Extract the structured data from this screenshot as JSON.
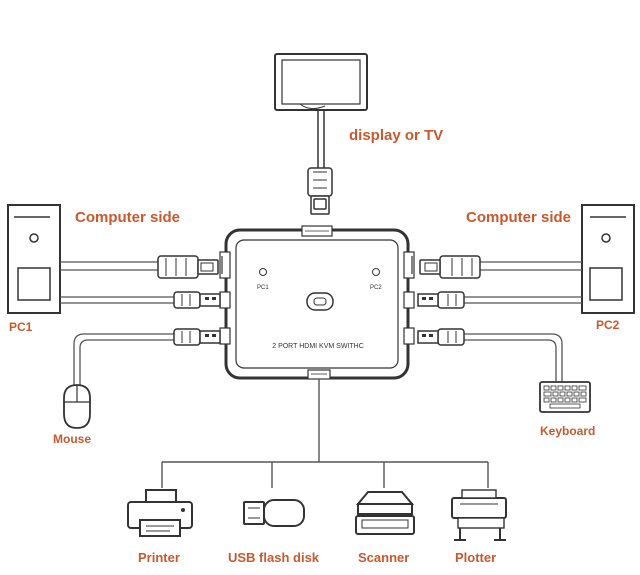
{
  "labels": {
    "display": "display or  TV",
    "computer_side_left": "Computer side",
    "computer_side_right": "Computer side",
    "pc1": "PC1",
    "pc2": "PC2",
    "mouse": "Mouse",
    "keyboard": "Keyboard",
    "switch_pc1": "PC1",
    "switch_pc2": "PC2",
    "switch_title": "2 PORT HDMI KVM SWITHC",
    "printer": "Printer",
    "usb_flash_disk": "USB flash disk",
    "scanner": "Scanner",
    "plotter": "Plotter"
  },
  "colors": {
    "label_orange": "#c65a2e",
    "line": "#555555"
  }
}
